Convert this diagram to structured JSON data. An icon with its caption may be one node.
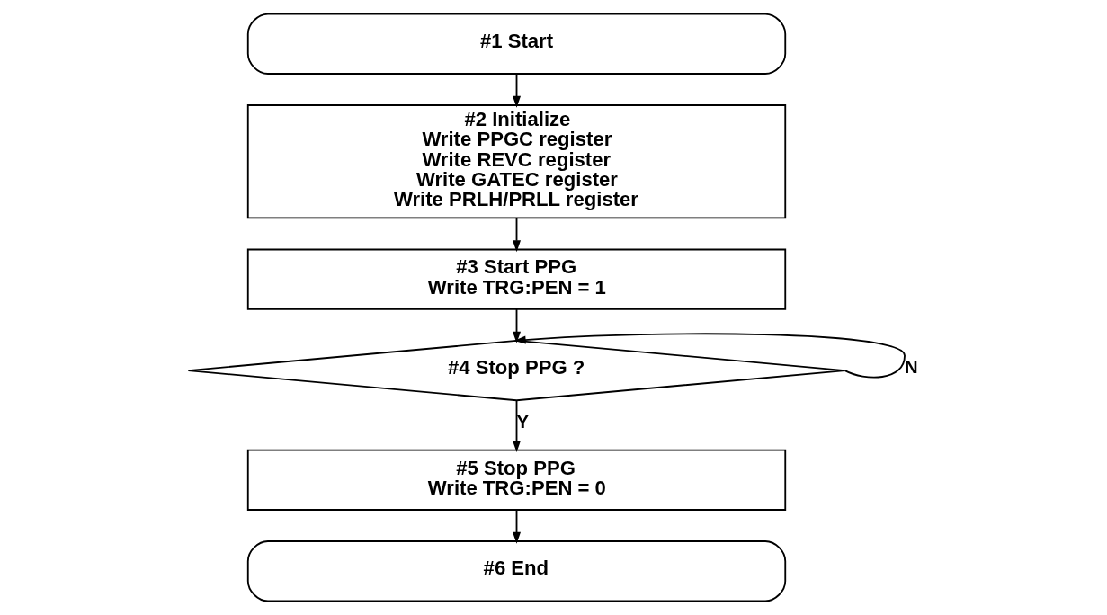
{
  "diagram": {
    "nodes": [
      {
        "text": [
          "#1 Start"
        ]
      },
      {
        "text": [
          "#2 Initialize",
          "Write PPGC register",
          "Write REVC register",
          "Write GATEC register",
          "Write PRLH/PRLL register"
        ]
      },
      {
        "text": [
          "#3 Start PPG",
          "Write TRG:PEN = 1"
        ]
      },
      {
        "text": [
          "#4 Stop PPG ?"
        ]
      },
      {
        "text": [
          "#5 Stop PPG",
          "Write TRG:PEN = 0"
        ]
      },
      {
        "text": [
          "#6 End"
        ]
      }
    ],
    "edges": [
      {
        "from": 0,
        "to": 1,
        "arrow": "to"
      },
      {
        "from": 1,
        "to": 2,
        "arrow": "to"
      },
      {
        "from": 2,
        "to": 3,
        "arrow": "to"
      },
      {
        "from": 3,
        "to": 3,
        "arrow": "to",
        "label": "N"
      },
      {
        "from": 3,
        "to": 4,
        "arrow": "to",
        "label": "Y"
      },
      {
        "from": 4,
        "to": 5,
        "arrow": "to"
      }
    ]
  }
}
